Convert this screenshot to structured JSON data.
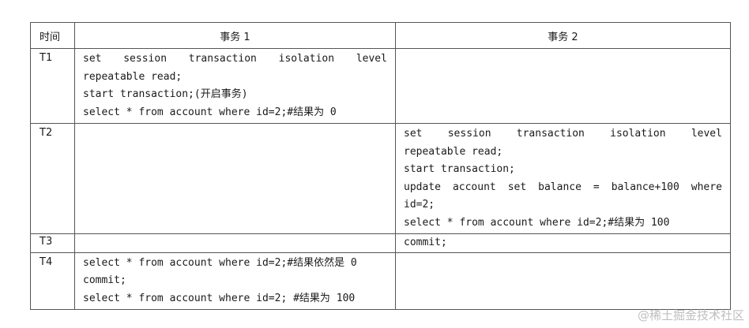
{
  "table": {
    "headers": [
      "时间",
      "事务 1",
      "事务 2"
    ],
    "rows": [
      {
        "time": "T1",
        "t1_justify": [
          "set",
          "session",
          "transaction",
          "isolation",
          "level"
        ],
        "t1_lines": [
          "repeatable read;",
          "start transaction;(开启事务)",
          "select * from account where id=2;#结果为 0"
        ],
        "t2_justify": [],
        "t2_lines": []
      },
      {
        "time": "T2",
        "t1_justify": [],
        "t1_lines": [],
        "t2_justify": [
          "set",
          "session",
          "transaction",
          "isolation",
          "level"
        ],
        "t2_lines": [
          "repeatable read;",
          "start transaction;"
        ],
        "t2_update_justify": [
          "update",
          "account",
          "set",
          "balance",
          "=",
          "balance+100",
          "where"
        ],
        "t2_tail_lines": [
          "id=2;",
          "select * from account where id=2;#结果为 100"
        ]
      },
      {
        "time": "T3",
        "t1_lines": [],
        "t2_lines": [
          "commit;"
        ]
      },
      {
        "time": "T4",
        "t1_lines": [
          "select * from account where id=2;#结果依然是 0",
          "commit;",
          "select * from account where id=2; #结果为 100"
        ],
        "t2_lines": []
      }
    ]
  },
  "watermark": "@稀土掘金技术社区"
}
